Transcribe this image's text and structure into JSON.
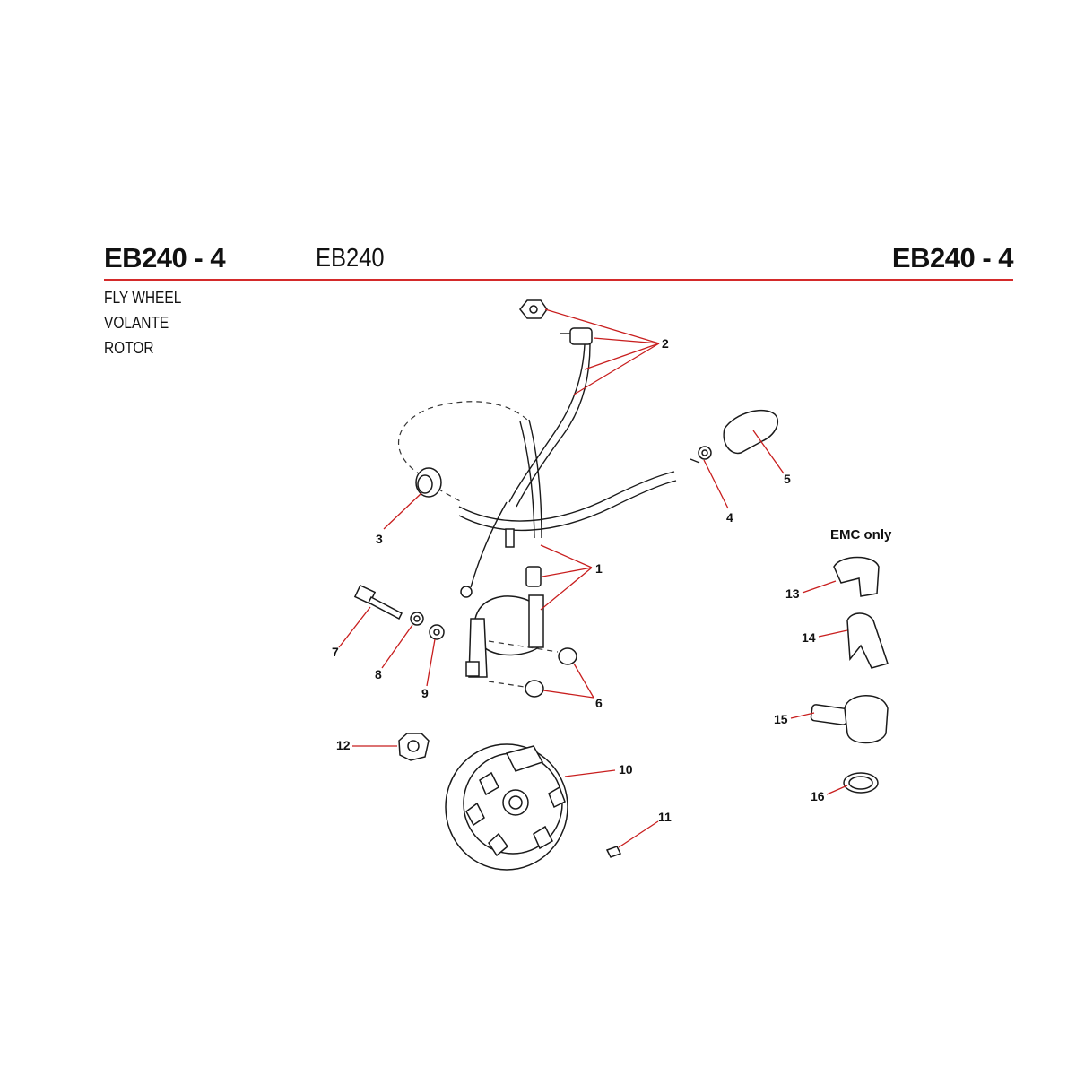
{
  "header": {
    "code_left": "EB240 - 4",
    "model": "EB240",
    "code_right": "EB240 - 4",
    "accent_color": "#d42a2a"
  },
  "subtitles": [
    "FLY WHEEL",
    "VOLANTE",
    "ROTOR"
  ],
  "emc_note": "EMC only",
  "callouts": [
    "1",
    "2",
    "3",
    "4",
    "5",
    "6",
    "7",
    "8",
    "9",
    "10",
    "11",
    "12",
    "13",
    "14",
    "15",
    "16"
  ]
}
